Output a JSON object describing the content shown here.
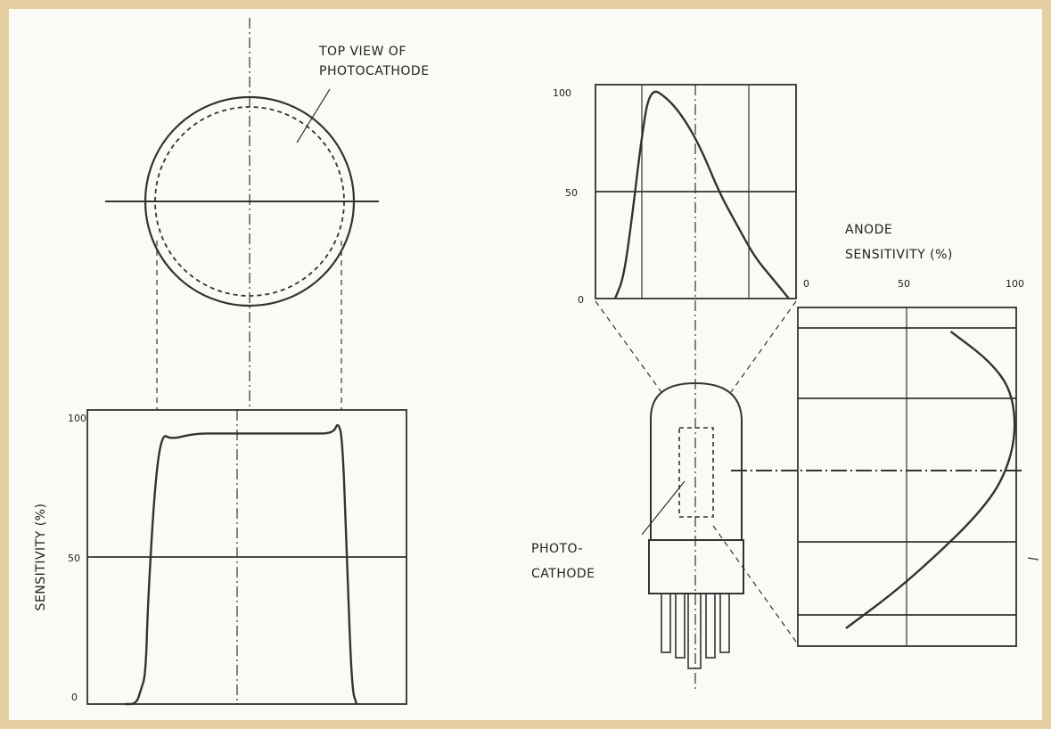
{
  "labels": {
    "top_view": [
      "TOP VIEW OF",
      "PHOTOCATHODE"
    ],
    "photocathode": [
      "PHOTO-",
      "CATHODE"
    ],
    "anode_sensitivity": [
      "ANODE",
      "SENSITIVITY (%)"
    ],
    "sensitivity_axis": "SENSITIVITY (%)"
  },
  "chart_data": [
    {
      "id": "left-profile",
      "type": "line",
      "ylabel": "SENSITIVITY (%)",
      "ylim": [
        0,
        100
      ],
      "y_ticks": [
        "0",
        "50",
        "100"
      ],
      "series": [
        {
          "x": [
            0,
            0.05,
            0.07,
            0.09,
            0.1,
            0.13,
            0.16,
            0.2,
            0.3,
            0.4,
            0.5,
            0.6,
            0.7,
            0.8,
            0.9,
            0.92,
            0.94,
            0.96,
            0.98,
            1.0
          ],
          "values": [
            0,
            0,
            5,
            10,
            35,
            75,
            92,
            90,
            92,
            92,
            92,
            92,
            92,
            92,
            92,
            96,
            90,
            45,
            5,
            0
          ]
        }
      ]
    },
    {
      "id": "top-profile",
      "type": "line",
      "ylim": [
        0,
        100
      ],
      "y_ticks": [
        "0",
        "50",
        "100"
      ],
      "series": [
        {
          "x": [
            0,
            0.05,
            0.1,
            0.15,
            0.2,
            0.3,
            0.4,
            0.5,
            0.6,
            0.7,
            0.8,
            0.9,
            0.95,
            1.0
          ],
          "values": [
            0,
            10,
            40,
            75,
            100,
            95,
            85,
            70,
            50,
            35,
            20,
            10,
            5,
            0
          ]
        }
      ]
    },
    {
      "id": "right-profile",
      "type": "line",
      "xlabel": "ANODE SENSITIVITY (%)",
      "xlim": [
        0,
        100
      ],
      "x_ticks": [
        "0",
        "50",
        "100"
      ],
      "series": [
        {
          "x": [
            70,
            88,
            98,
            100,
            94,
            82,
            64,
            44,
            22
          ],
          "y": [
            0,
            0.1,
            0.2,
            0.35,
            0.5,
            0.62,
            0.75,
            0.88,
            1.0
          ]
        }
      ]
    }
  ]
}
